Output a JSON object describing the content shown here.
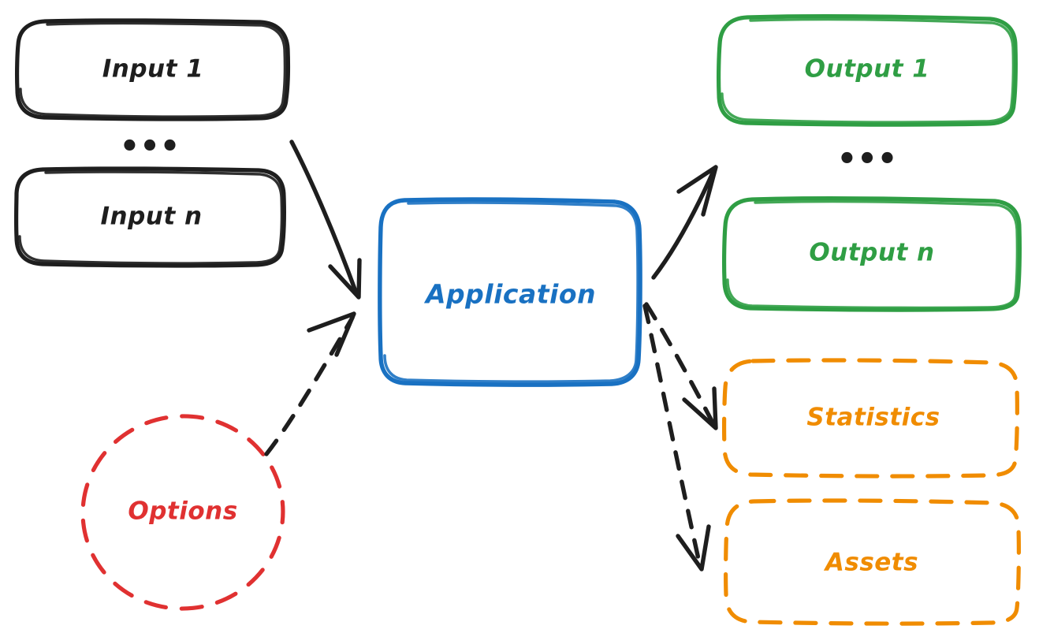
{
  "diagram": {
    "title": "Application input/output flow",
    "background": "#ffffff",
    "style": "hand-drawn sketch",
    "colors": {
      "black": "#1e1e1e",
      "blue": "#1971c2",
      "green": "#2f9e44",
      "orange": "#f08c00",
      "red": "#e03131"
    },
    "nodes": {
      "input_1": {
        "label": "Input 1",
        "color": "#1e1e1e",
        "shape": "rounded-rectangle",
        "stroke": "solid"
      },
      "input_n": {
        "label": "Input n",
        "color": "#1e1e1e",
        "shape": "rounded-rectangle",
        "stroke": "solid"
      },
      "input_ellipsis": {
        "label": "•••",
        "color": "#1e1e1e"
      },
      "application": {
        "label": "Application",
        "color": "#1971c2",
        "shape": "rounded-rectangle",
        "stroke": "solid"
      },
      "options": {
        "label": "Options",
        "color": "#e03131",
        "shape": "ellipse",
        "stroke": "dashed"
      },
      "output_1": {
        "label": "Output 1",
        "color": "#2f9e44",
        "shape": "rounded-rectangle",
        "stroke": "solid"
      },
      "output_n": {
        "label": "Output n",
        "color": "#2f9e44",
        "shape": "rounded-rectangle",
        "stroke": "solid"
      },
      "output_ellipsis": {
        "label": "•••",
        "color": "#1e1e1e"
      },
      "statistics": {
        "label": "Statistics",
        "color": "#f08c00",
        "shape": "rounded-rectangle",
        "stroke": "dashed"
      },
      "assets": {
        "label": "Assets",
        "color": "#f08c00",
        "shape": "rounded-rectangle",
        "stroke": "dashed"
      }
    },
    "edges": [
      {
        "name": "inputs-to-application",
        "from": "inputs",
        "to": "application",
        "stroke": "solid",
        "color": "#1e1e1e",
        "arrowhead": "end"
      },
      {
        "name": "options-to-application",
        "from": "options",
        "to": "application",
        "stroke": "dashed",
        "color": "#1e1e1e",
        "arrowhead": "end"
      },
      {
        "name": "application-to-outputs",
        "from": "application",
        "to": "outputs",
        "stroke": "solid",
        "color": "#1e1e1e",
        "arrowhead": "end"
      },
      {
        "name": "application-to-statistics",
        "from": "application",
        "to": "statistics",
        "stroke": "dashed",
        "color": "#1e1e1e",
        "arrowhead": "end"
      },
      {
        "name": "application-to-assets",
        "from": "application",
        "to": "assets",
        "stroke": "dashed",
        "color": "#1e1e1e",
        "arrowhead": "end"
      }
    ]
  }
}
